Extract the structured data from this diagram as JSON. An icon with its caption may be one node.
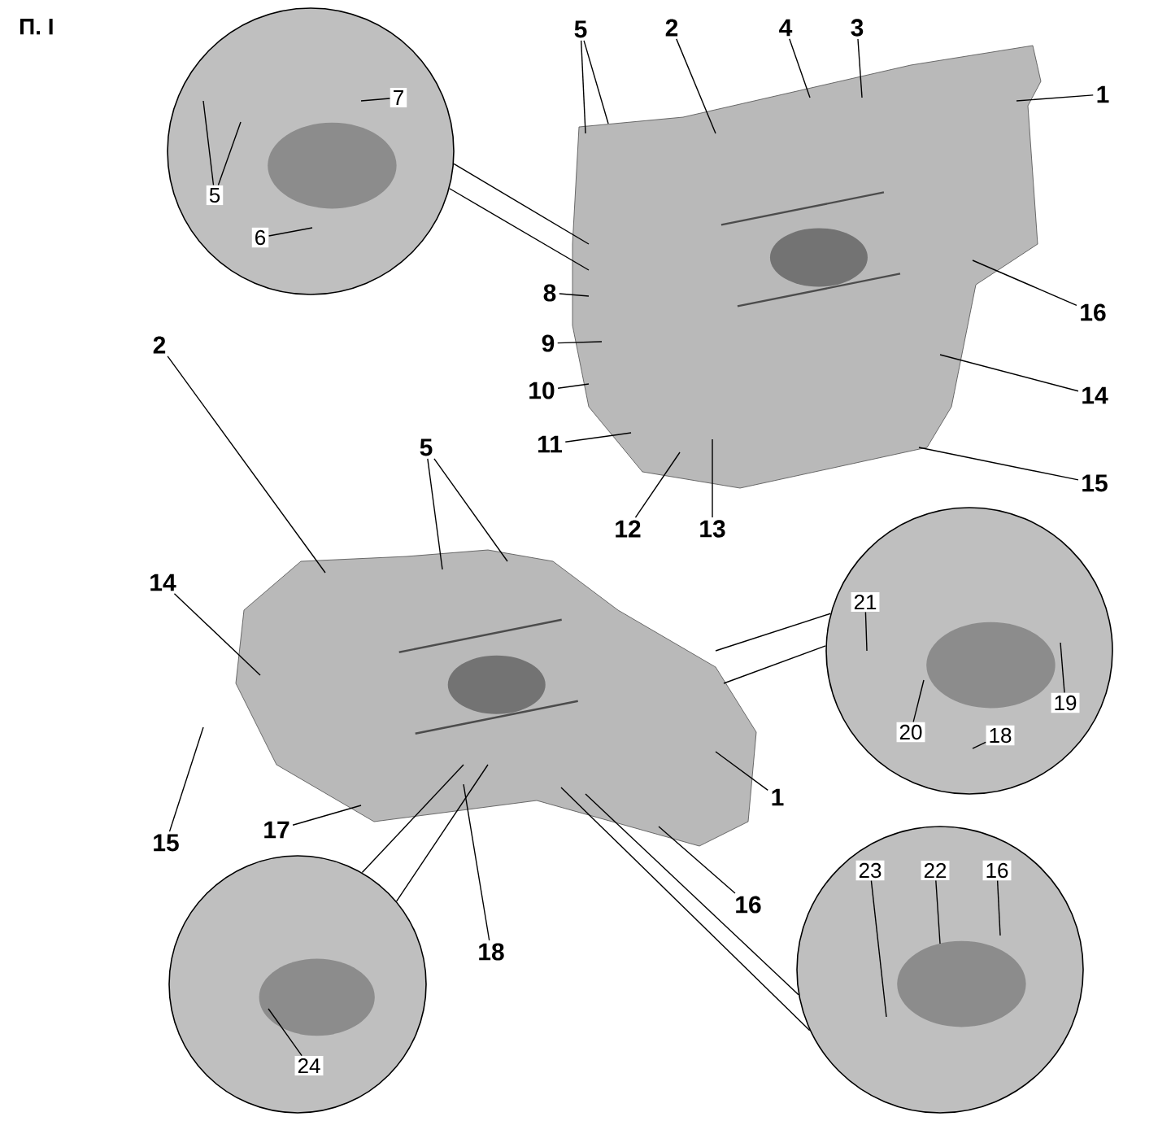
{
  "diagram": {
    "title": "П. I",
    "nodes": [
      {
        "text": [],
        "shape": "picture"
      },
      {
        "text": [],
        "shape": "picture"
      },
      {
        "text": [],
        "shape": "circle"
      },
      {
        "text": [],
        "shape": "circle"
      },
      {
        "text": [],
        "shape": "circle"
      },
      {
        "text": [],
        "shape": "circle"
      },
      {
        "text": [
          "5"
        ],
        "in": 2
      },
      {
        "text": [
          "7"
        ],
        "in": 2
      },
      {
        "text": [
          "6"
        ],
        "in": 2
      },
      {
        "text": [
          "5"
        ]
      },
      {
        "text": [
          "2"
        ]
      },
      {
        "text": [
          "4"
        ]
      },
      {
        "text": [
          "3"
        ]
      },
      {
        "text": [
          "1"
        ]
      },
      {
        "text": [
          "8"
        ]
      },
      {
        "text": [
          "9"
        ]
      },
      {
        "text": [
          "10"
        ]
      },
      {
        "text": [
          "11"
        ]
      },
      {
        "text": [
          "16"
        ]
      },
      {
        "text": [
          "14"
        ]
      },
      {
        "text": [
          "15"
        ]
      },
      {
        "text": [
          "12"
        ]
      },
      {
        "text": [
          "13"
        ]
      },
      {
        "text": [
          "2"
        ]
      },
      {
        "text": [
          "5"
        ]
      },
      {
        "text": [
          "21"
        ],
        "in": 3
      },
      {
        "text": [
          "19"
        ],
        "in": 3
      },
      {
        "text": [
          "20"
        ],
        "in": 3
      },
      {
        "text": [
          "18"
        ],
        "in": 3
      },
      {
        "text": [
          "14"
        ]
      },
      {
        "text": [
          "1"
        ]
      },
      {
        "text": [
          "15"
        ]
      },
      {
        "text": [
          "17"
        ]
      },
      {
        "text": [
          "23"
        ],
        "in": 4
      },
      {
        "text": [
          "22"
        ],
        "in": 4
      },
      {
        "text": [
          "16"
        ],
        "in": 4
      },
      {
        "text": [
          "16"
        ]
      },
      {
        "text": [
          "18"
        ]
      },
      {
        "text": [
          "24"
        ],
        "in": 5
      }
    ],
    "edges": [
      {
        "from": 2,
        "to": 0,
        "arrow": "none"
      },
      {
        "from": 2,
        "to": 0,
        "arrow": "none"
      },
      {
        "from": 3,
        "to": 1,
        "arrow": "none"
      },
      {
        "from": 3,
        "to": 1,
        "arrow": "none"
      },
      {
        "from": 4,
        "to": 1,
        "arrow": "none"
      },
      {
        "from": 4,
        "to": 1,
        "arrow": "none"
      },
      {
        "from": 5,
        "to": 1,
        "arrow": "none"
      },
      {
        "from": 5,
        "to": 1,
        "arrow": "none"
      },
      {
        "from": 6,
        "to": 2,
        "arrow": "none"
      },
      {
        "from": 6,
        "to": 2,
        "arrow": "none"
      },
      {
        "from": 7,
        "to": 2,
        "arrow": "none"
      },
      {
        "from": 8,
        "to": 2,
        "arrow": "none"
      },
      {
        "from": 9,
        "to": 0,
        "arrow": "none"
      },
      {
        "from": 9,
        "to": 0,
        "arrow": "none"
      },
      {
        "from": 10,
        "to": 0,
        "arrow": "none"
      },
      {
        "from": 11,
        "to": 0,
        "arrow": "none"
      },
      {
        "from": 12,
        "to": 0,
        "arrow": "none"
      },
      {
        "from": 13,
        "to": 0,
        "arrow": "none"
      },
      {
        "from": 14,
        "to": 0,
        "arrow": "none"
      },
      {
        "from": 15,
        "to": 0,
        "arrow": "none"
      },
      {
        "from": 16,
        "to": 0,
        "arrow": "none"
      },
      {
        "from": 17,
        "to": 0,
        "arrow": "none"
      },
      {
        "from": 18,
        "to": 0,
        "arrow": "none"
      },
      {
        "from": 19,
        "to": 0,
        "arrow": "none"
      },
      {
        "from": 20,
        "to": 0,
        "arrow": "none"
      },
      {
        "from": 21,
        "to": 0,
        "arrow": "none"
      },
      {
        "from": 22,
        "to": 0,
        "arrow": "none"
      },
      {
        "from": 23,
        "to": 1,
        "arrow": "none"
      },
      {
        "from": 24,
        "to": 1,
        "arrow": "none"
      },
      {
        "from": 24,
        "to": 1,
        "arrow": "none"
      },
      {
        "from": 25,
        "to": 3,
        "arrow": "none"
      },
      {
        "from": 26,
        "to": 3,
        "arrow": "none"
      },
      {
        "from": 27,
        "to": 3,
        "arrow": "none"
      },
      {
        "from": 28,
        "to": 3,
        "arrow": "none"
      },
      {
        "from": 29,
        "to": 1,
        "arrow": "none"
      },
      {
        "from": 30,
        "to": 1,
        "arrow": "none"
      },
      {
        "from": 31,
        "to": null,
        "arrow": "none"
      },
      {
        "from": 32,
        "to": 1,
        "arrow": "none"
      },
      {
        "from": 33,
        "to": 4,
        "arrow": "none"
      },
      {
        "from": 34,
        "to": 4,
        "arrow": "none"
      },
      {
        "from": 35,
        "to": 4,
        "arrow": "none"
      },
      {
        "from": 36,
        "to": 1,
        "arrow": "none"
      },
      {
        "from": 37,
        "to": 1,
        "arrow": "none"
      },
      {
        "from": 38,
        "to": 5,
        "arrow": "none"
      }
    ]
  }
}
